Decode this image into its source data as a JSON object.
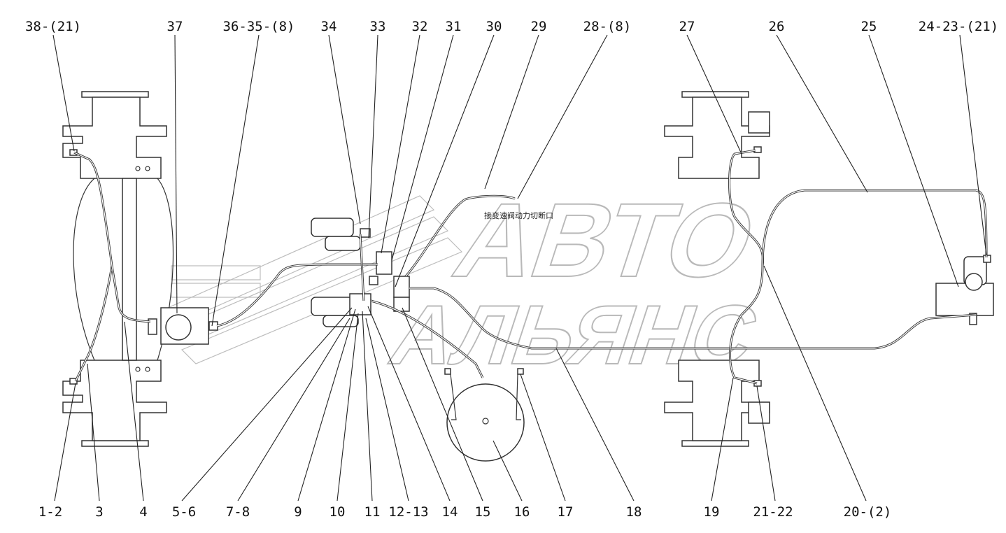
{
  "diagram": {
    "callouts_top": [
      "38-(21)",
      "37",
      "36-35-(8)",
      "34",
      "33",
      "32",
      "31",
      "30",
      "29",
      "28-(8)",
      "27",
      "26",
      "25",
      "24-23-(21)"
    ],
    "callouts_bottom": [
      "1-2",
      "3",
      "4",
      "5-6",
      "7-8",
      "9",
      "10",
      "11",
      "12-13",
      "14",
      "15",
      "16",
      "17",
      "18",
      "19",
      "21-22",
      "20-(2)"
    ],
    "annotation": "接变速阀动力切断口",
    "watermark": {
      "line1": "АВТО",
      "line2": "АЛЬЯНС"
    }
  }
}
